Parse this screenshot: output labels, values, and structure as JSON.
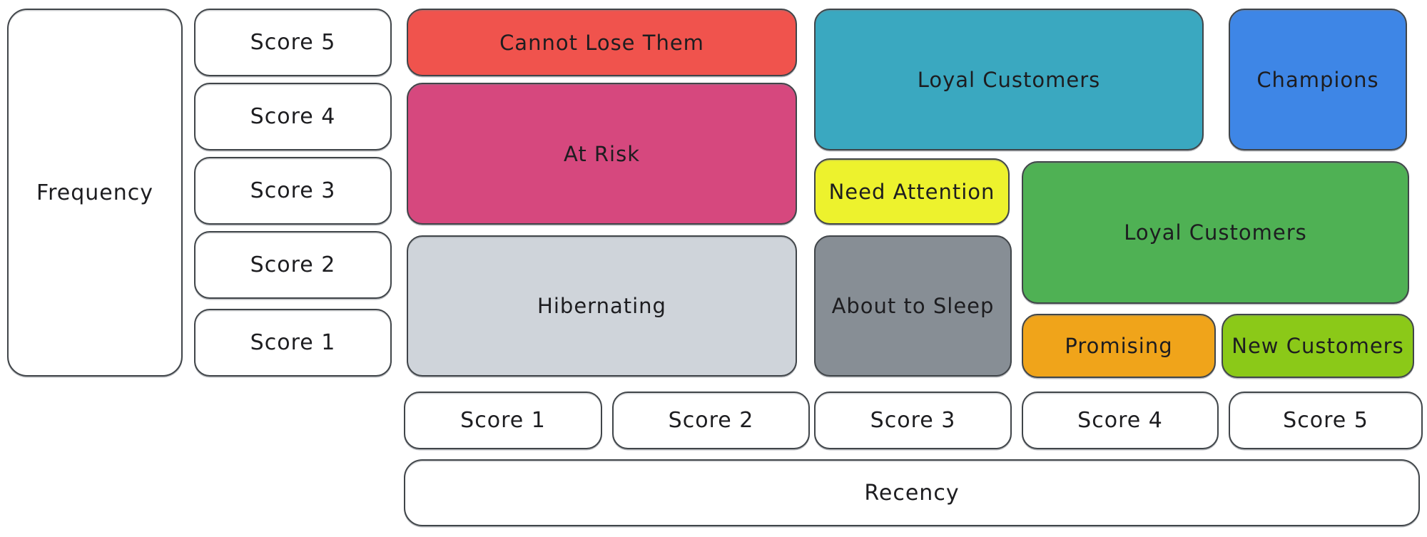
{
  "diagram_type": "rfm-segmentation-grid",
  "axes": {
    "frequency": {
      "label": "Frequency",
      "scores_top_to_bottom": [
        "Score 5",
        "Score 4",
        "Score 3",
        "Score 2",
        "Score 1"
      ]
    },
    "recency": {
      "label": "Recency",
      "scores_left_to_right": [
        "Score 1",
        "Score 2",
        "Score 3",
        "Score 4",
        "Score 5"
      ]
    }
  },
  "segments": [
    {
      "label": "Cannot Lose Them",
      "color": "#f0534d",
      "text_color": "#1d1d20",
      "recency_scores": [
        1,
        2
      ],
      "frequency_scores": [
        5,
        5
      ]
    },
    {
      "label": "At Risk",
      "color": "#d6487e",
      "text_color": "#1d1d20",
      "recency_scores": [
        1,
        2
      ],
      "frequency_scores": [
        3,
        4
      ]
    },
    {
      "label": "Hibernating",
      "color": "#cfd4da",
      "text_color": "#1d1d20",
      "recency_scores": [
        1,
        2
      ],
      "frequency_scores": [
        1,
        2
      ]
    },
    {
      "label": "Loyal Customers",
      "color": "#3aa8c0",
      "text_color": "#1d1d20",
      "recency_scores": [
        3,
        4
      ],
      "frequency_scores": [
        4,
        5
      ]
    },
    {
      "label": "Champions",
      "color": "#3e86e6",
      "text_color": "#1d1d20",
      "recency_scores": [
        5,
        5
      ],
      "frequency_scores": [
        4,
        5
      ]
    },
    {
      "label": "Need Attention",
      "color": "#edf22d",
      "text_color": "#1d1d20",
      "recency_scores": [
        3,
        3
      ],
      "frequency_scores": [
        3,
        3
      ]
    },
    {
      "label": "Loyal Customers",
      "color": "#4fb154",
      "text_color": "#1d1d20",
      "recency_scores": [
        4,
        5
      ],
      "frequency_scores": [
        2,
        3
      ]
    },
    {
      "label": "About to Sleep",
      "color": "#878e95",
      "text_color": "#1d1d20",
      "recency_scores": [
        3,
        3
      ],
      "frequency_scores": [
        1,
        2
      ]
    },
    {
      "label": "Promising",
      "color": "#f0a41a",
      "text_color": "#1d1d20",
      "recency_scores": [
        4,
        4
      ],
      "frequency_scores": [
        1,
        1
      ]
    },
    {
      "label": "New Customers",
      "color": "#8bc918",
      "text_color": "#1d1d20",
      "recency_scores": [
        5,
        5
      ],
      "frequency_scores": [
        1,
        1
      ]
    }
  ]
}
